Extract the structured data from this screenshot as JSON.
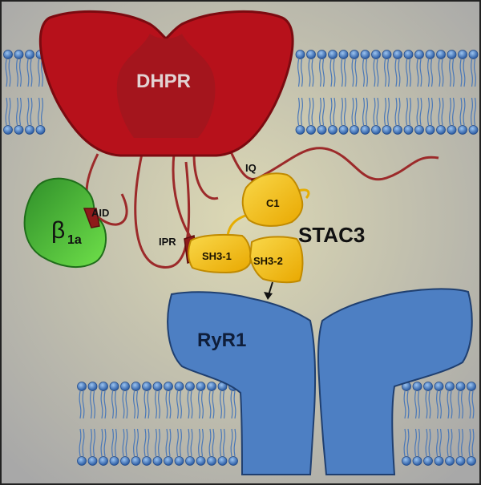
{
  "labels": {
    "dhpr": "DHPR",
    "beta_main": "β",
    "beta_sub": "1a",
    "aid": "AID",
    "iq": "IQ",
    "ipr": "IPR",
    "c1": "C1",
    "sh3_1": "SH3-1",
    "sh3_2": "SH3-2",
    "stac3": "STAC3",
    "ryr1": "RyR1"
  },
  "colors": {
    "background_light": "#dcd8b4",
    "background_dark": "#a8a8a8",
    "dhpr": "#b7111b",
    "dhpr_dark": "#7c0a10",
    "linker": "#9c2a2a",
    "beta": "#4fc23a",
    "beta_dark": "#1f6e1a",
    "stac3": "#f6c21a",
    "stac3_dark": "#c08a00",
    "ryr1": "#4d7fc3",
    "ryr1_dark": "#1f3f70",
    "lipid_head": "#3e6fb8",
    "lipid_tail": "#4a78b8"
  }
}
